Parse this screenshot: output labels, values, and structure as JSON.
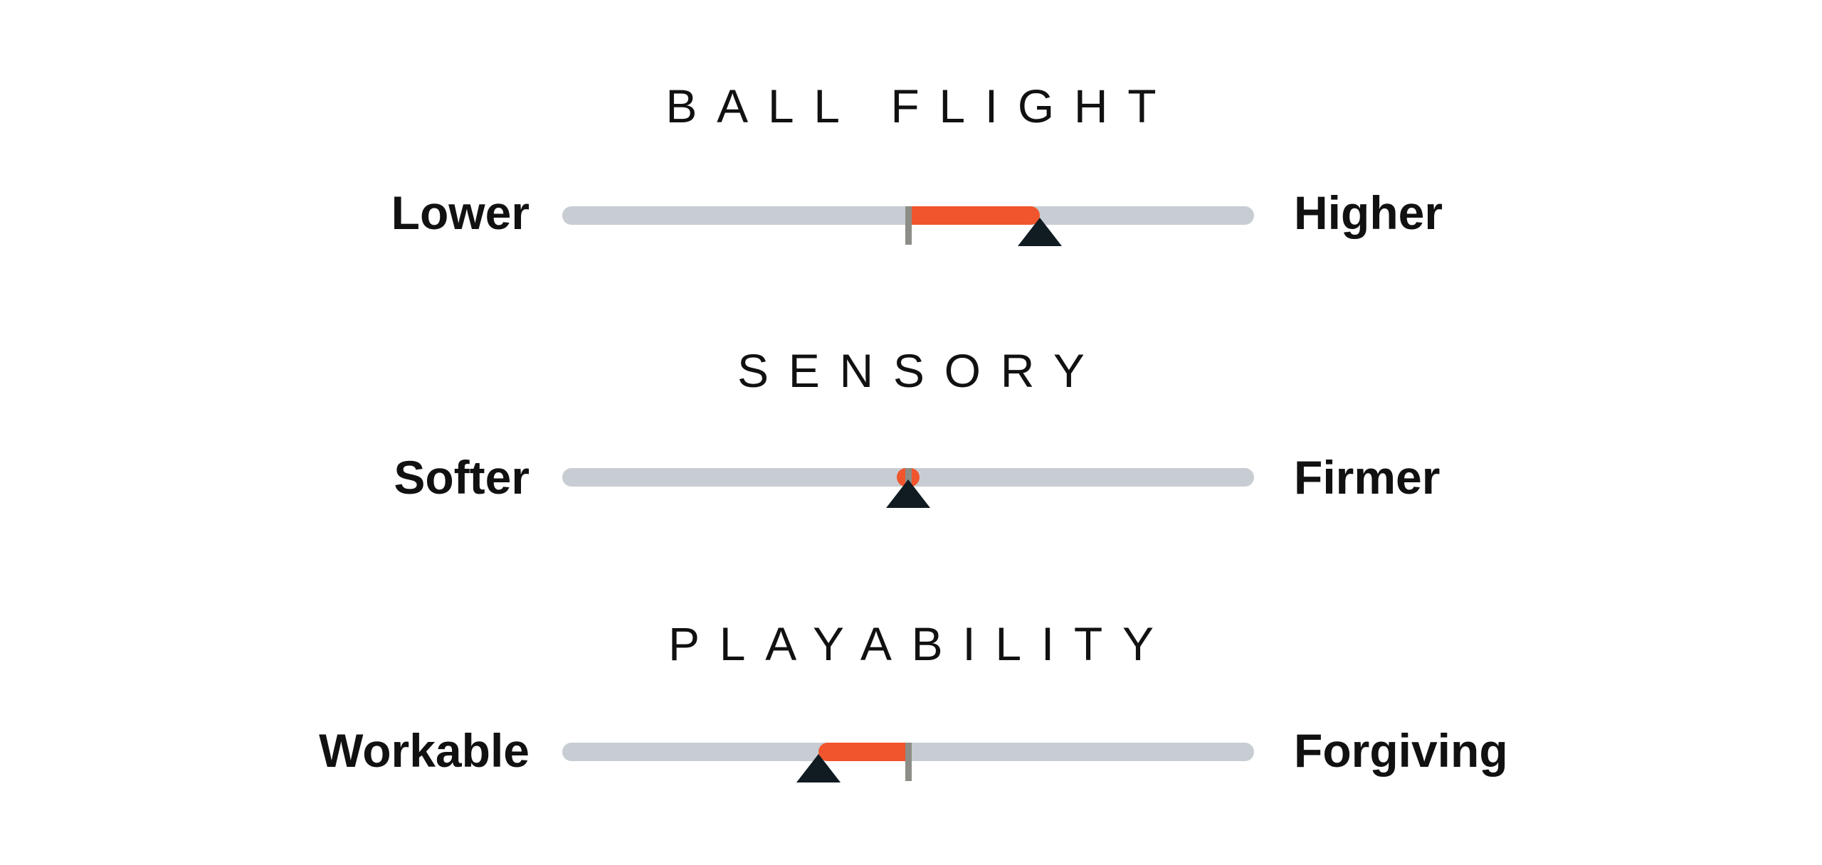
{
  "sliders": [
    {
      "title": "BALL FLIGHT",
      "left_label": "Lower",
      "right_label": "Higher",
      "baseline": 0.5,
      "value": 0.69,
      "colors": {
        "track": "#c7cdd2",
        "range": "#f1552d",
        "baseline": "#8c8d86",
        "marker": "#101b22"
      }
    },
    {
      "title": "SENSORY",
      "left_label": "Softer",
      "right_label": "Firmer",
      "baseline": 0.5,
      "value": 0.5,
      "colors": {
        "track": "#c7cdd2",
        "range": "#f1552d",
        "baseline": "#8c8d86",
        "marker": "#101b22"
      }
    },
    {
      "title": "PLAYABILITY",
      "left_label": "Workable",
      "right_label": "Forgiving",
      "baseline": 0.5,
      "value": 0.37,
      "colors": {
        "track": "#c7cdd2",
        "range": "#f1552d",
        "baseline": "#8c8d86",
        "marker": "#101b22"
      }
    }
  ]
}
